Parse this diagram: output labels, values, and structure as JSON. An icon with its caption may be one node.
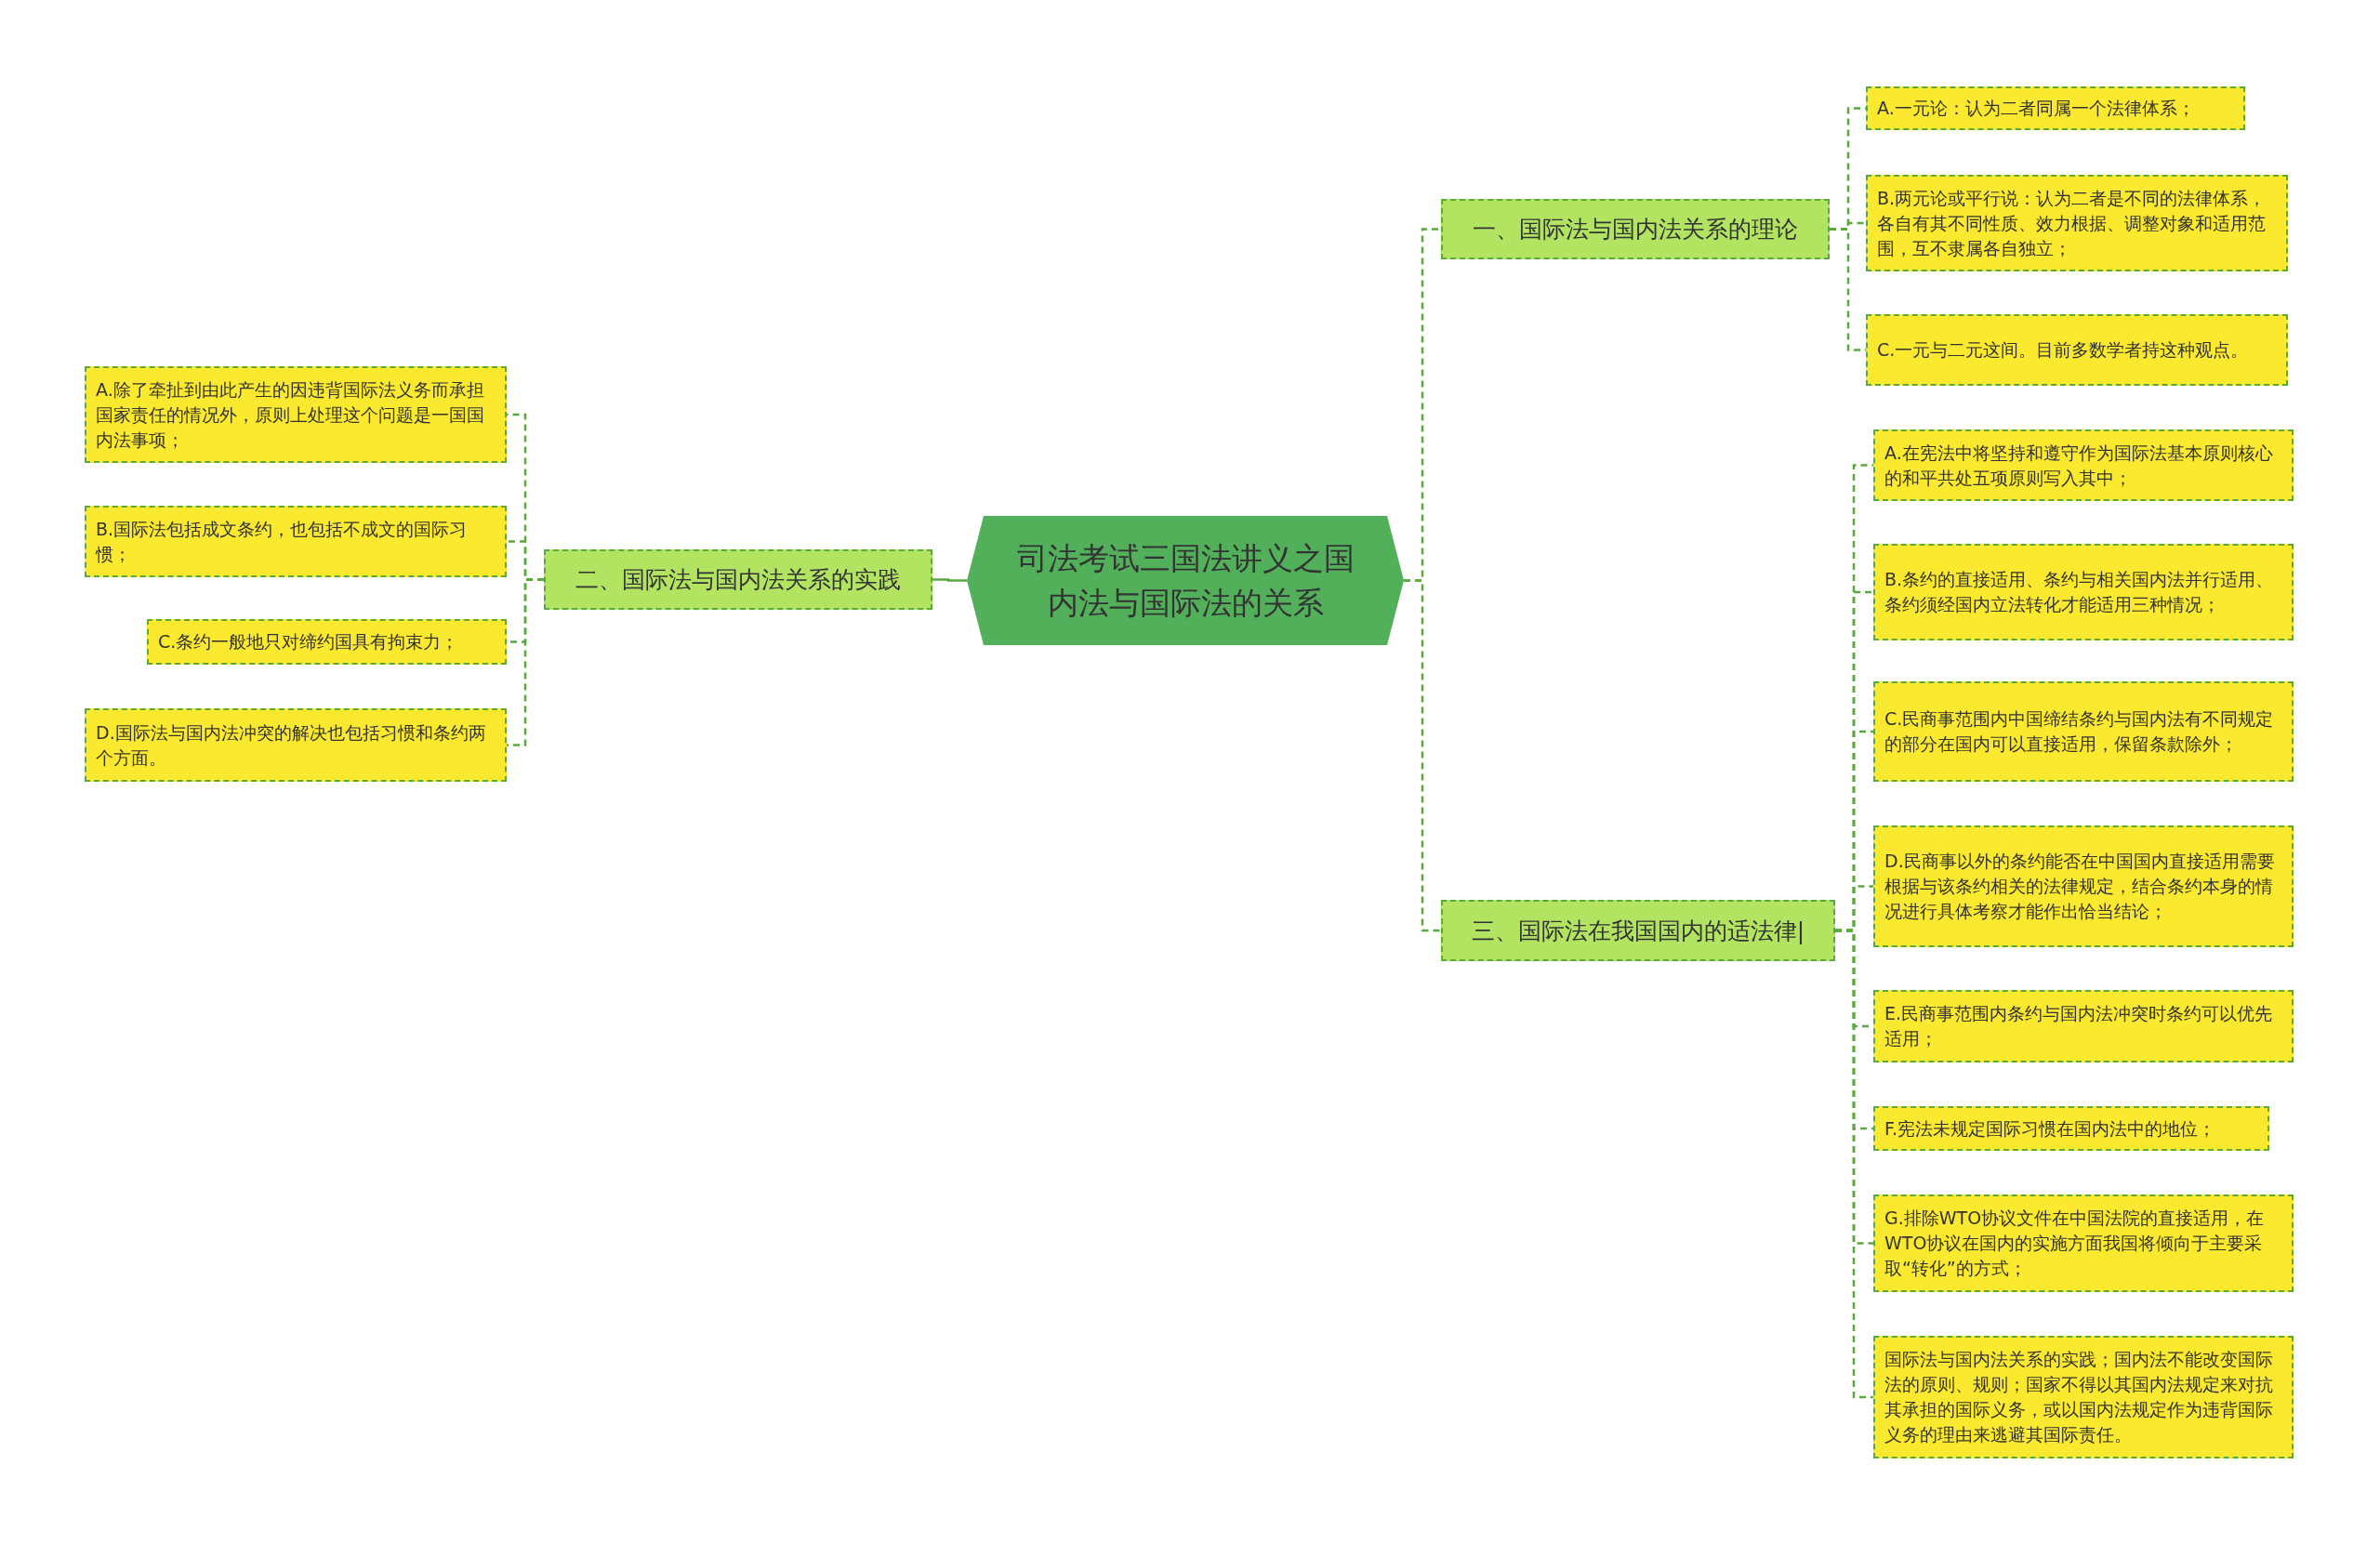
{
  "diagram": {
    "nodes": [
      {
        "text": [
          "司法考试三国法讲义之国内法与国际法的关系"
        ]
      },
      {
        "text": [
          "一、国际法与国内法关系的理论"
        ]
      },
      {
        "text": [
          "A.一元论：认为二者同属一个法律体系；"
        ]
      },
      {
        "text": [
          "B.两元论或平行说：认为二者是不同的法律体系，各自有其不同性质、效力根据、调整对象和适用范围，互不隶属各自独立；"
        ]
      },
      {
        "text": [
          "C.一元与二元这间。目前多数学者持这种观点。"
        ]
      },
      {
        "text": [
          "二、国际法与国内法关系的实践"
        ]
      },
      {
        "text": [
          "A.除了牵扯到由此产生的因违背国际法义务而承担国家责任的情况外，原则上处理这个问题是一国国内法事项；"
        ]
      },
      {
        "text": [
          "B.国际法包括成文条约，也包括不成文的国际习惯；"
        ]
      },
      {
        "text": [
          "C.条约一般地只对缔约国具有拘束力；"
        ]
      },
      {
        "text": [
          "D.国际法与国内法冲突的解决也包括习惯和条约两个方面。"
        ]
      },
      {
        "text": [
          "三、国际法在我国国内的适法律|"
        ]
      },
      {
        "text": [
          "A.在宪法中将坚持和遵守作为国际法基本原则核心的和平共处五项原则写入其中；"
        ]
      },
      {
        "text": [
          "B.条约的直接适用、条约与相关国内法并行适用、条约须经国内立法转化才能适用三种情况；"
        ]
      },
      {
        "text": [
          "C.民商事范围内中国缔结条约与国内法有不同规定的部分在国内可以直接适用，保留条款除外；"
        ]
      },
      {
        "text": [
          "D.民商事以外的条约能否在中国国内直接适用需要根据与该条约相关的法律规定，结合条约本身的情况进行具体考察才能作出恰当结论；"
        ]
      },
      {
        "text": [
          "E.民商事范围内条约与国内法冲突时条约可以优先适用；"
        ]
      },
      {
        "text": [
          "F.宪法未规定国际习惯在国内法中的地位；"
        ]
      },
      {
        "text": [
          "G.排除WTO协议文件在中国法院的直接适用，在WTO协议在国内的实施方面我国将倾向于主要采取“转化”的方式；"
        ]
      },
      {
        "text": [
          "国际法与国内法关系的实践；国内法不能改变国际法的原则、规则；国家不得以其国内法规定来对抗其承担的国际义务，或以国内法规定作为违背国际义务的理由来逃避其国际责任。"
        ]
      }
    ],
    "edges": [
      {
        "from": 0,
        "to": 1,
        "arrow": "none",
        "style": "dashed"
      },
      {
        "from": 1,
        "to": 2,
        "arrow": "none",
        "style": "dashed"
      },
      {
        "from": 1,
        "to": 3,
        "arrow": "none",
        "style": "dashed"
      },
      {
        "from": 1,
        "to": 4,
        "arrow": "none",
        "style": "dashed"
      },
      {
        "from": 0,
        "to": 5,
        "arrow": "none"
      },
      {
        "from": 5,
        "to": 6,
        "arrow": "none",
        "style": "dashed"
      },
      {
        "from": 5,
        "to": 7,
        "arrow": "none",
        "style": "dashed"
      },
      {
        "from": 5,
        "to": 8,
        "arrow": "none",
        "style": "dashed"
      },
      {
        "from": 5,
        "to": 9,
        "arrow": "none",
        "style": "dashed"
      },
      {
        "from": 0,
        "to": 10,
        "arrow": "none",
        "style": "dashed"
      },
      {
        "from": 10,
        "to": 11,
        "arrow": "none",
        "style": "dashed"
      },
      {
        "from": 10,
        "to": 12,
        "arrow": "none",
        "style": "dashed"
      },
      {
        "from": 10,
        "to": 13,
        "arrow": "none",
        "style": "dashed"
      },
      {
        "from": 10,
        "to": 14,
        "arrow": "none",
        "style": "dashed"
      },
      {
        "from": 10,
        "to": 15,
        "arrow": "none",
        "style": "dashed"
      },
      {
        "from": 10,
        "to": 16,
        "arrow": "none",
        "style": "dashed"
      },
      {
        "from": 10,
        "to": 17,
        "arrow": "none",
        "style": "dashed"
      },
      {
        "from": 10,
        "to": 18,
        "arrow": "none",
        "style": "dashed"
      }
    ]
  }
}
